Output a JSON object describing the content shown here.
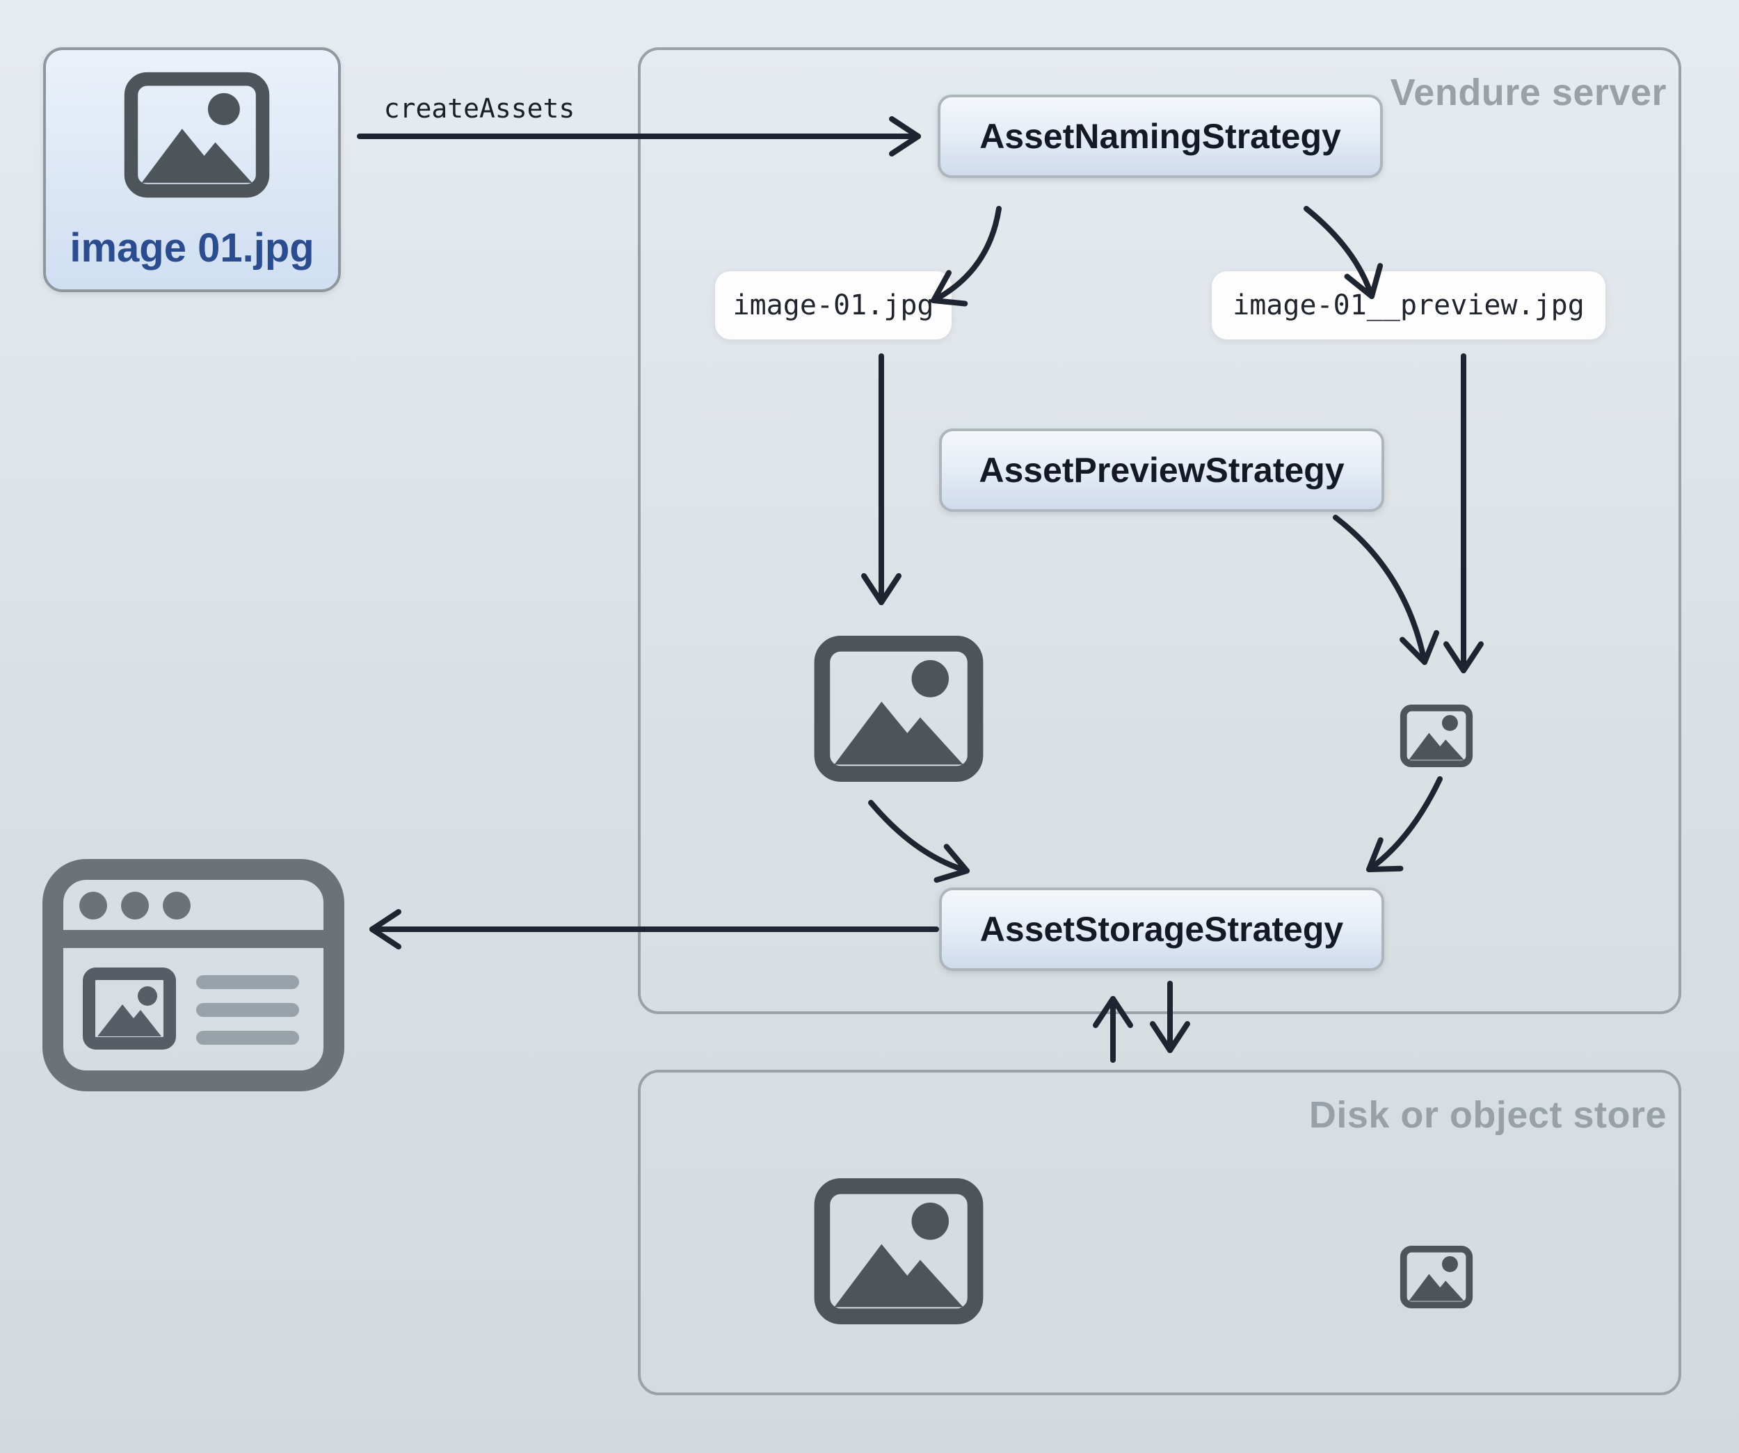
{
  "diagram": {
    "source_file": {
      "label": "image 01.jpg"
    },
    "create_assets": {
      "label": "createAssets"
    },
    "vendure_server": {
      "title": "Vendure server",
      "nodes": {
        "naming": "AssetNamingStrategy",
        "preview": "AssetPreviewStrategy",
        "storage": "AssetStorageStrategy"
      },
      "filenames": {
        "original": "image-01.jpg",
        "preview": "image-01__preview.jpg"
      }
    },
    "disk_store": {
      "title": "Disk or object store"
    },
    "icons": {
      "source_file": "image-icon",
      "server_full_image": "image-icon",
      "server_preview_image": "image-icon-small",
      "disk_full_image": "image-icon",
      "disk_preview_image": "image-icon-small",
      "client": "browser-window-icon"
    },
    "colors": {
      "arrow": "#1e2430",
      "icon_gray": "#4d545a",
      "browser_gray": "#6b7278",
      "container_border": "#9aa2a9",
      "container_title_gray": "#98a1a8",
      "node_border": "#adb5bd",
      "node_text": "#141a25",
      "node_gradient_top": "#f3f7fb",
      "node_gradient_bottom": "#cfdbec",
      "file_label_blue": "#2b4c8e",
      "pill_background": "#fdfdfd",
      "pill_text": "#20252d",
      "page_background": "#dde3e8"
    }
  }
}
